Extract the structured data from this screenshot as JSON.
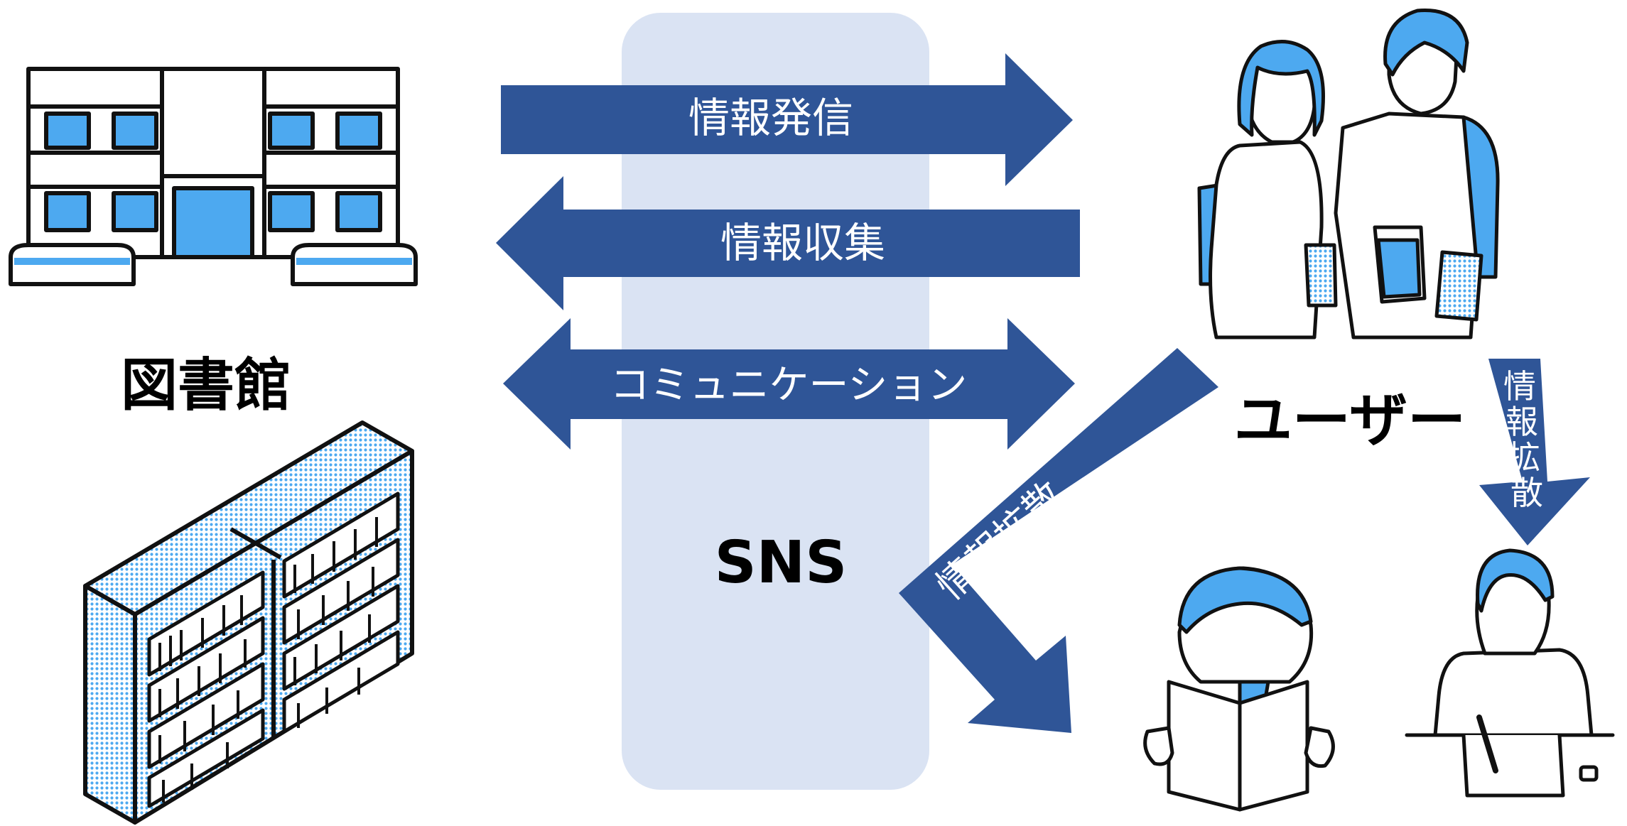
{
  "library_label": "図書館",
  "user_label": "ユーザー",
  "sns_label": "SNS",
  "arrows": {
    "send": "情報発信",
    "collect": "情報収集",
    "communication": "コミュニケーション",
    "spread_left": "情報拡散",
    "spread_right": [
      "情",
      "報",
      "拡",
      "散"
    ]
  },
  "colors": {
    "arrow_fill": "#2f5597",
    "sns_band": "#dae3f3",
    "accent_blue": "#4da9f0",
    "text_dark": "#000000",
    "arrow_text": "#ffffff"
  },
  "icons": [
    "library-building-icon",
    "bookshelf-icon",
    "couple-users-icon",
    "reading-student-icon",
    "writing-student-icon"
  ]
}
